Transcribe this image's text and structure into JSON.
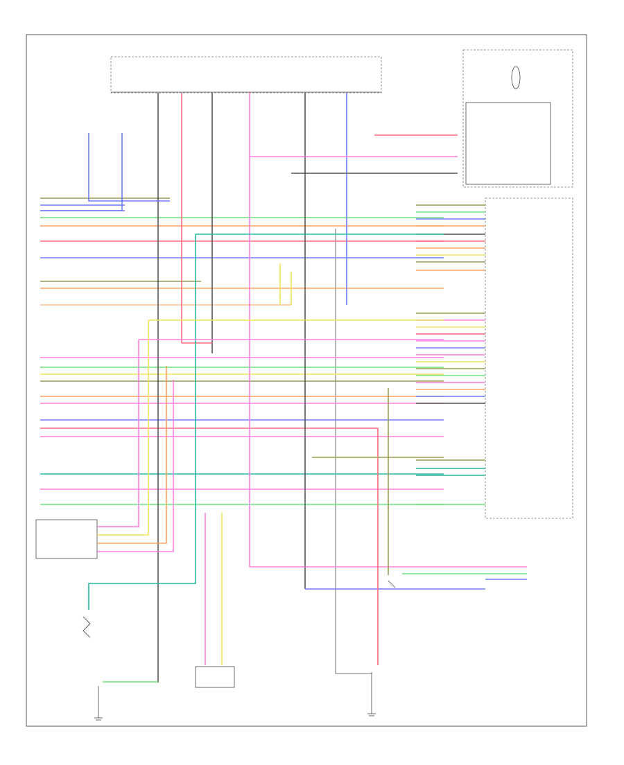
{
  "colors": {
    "blue": "#6b7cff",
    "red": "#ff6b7a",
    "pink": "#ff7fe0",
    "orange": "#ffa060",
    "yellow": "#f2e25a",
    "green": "#6fe07a",
    "teal": "#27b8a0",
    "olive": "#9a9a50",
    "grey": "#555555",
    "violet": "#b99cff",
    "peach": "#ffc08a"
  },
  "wires": {
    "left_horizontal": [
      {
        "color": "olive"
      },
      {
        "color": "blue"
      },
      {
        "color": "blue"
      },
      {
        "color": "green"
      },
      {
        "color": "orange"
      },
      {
        "color": "red"
      },
      {
        "color": "blue"
      },
      {
        "color": "olive"
      },
      {
        "color": "orange"
      },
      {
        "color": "peach"
      },
      {
        "color": "pink"
      },
      {
        "color": "green"
      },
      {
        "color": "yellow"
      },
      {
        "color": "olive"
      },
      {
        "color": "orange"
      },
      {
        "color": "pink"
      },
      {
        "color": "blue"
      },
      {
        "color": "red"
      },
      {
        "color": "pink"
      },
      {
        "color": "teal"
      },
      {
        "color": "pink"
      },
      {
        "color": "green"
      }
    ],
    "right_connector": [
      {
        "color": "olive"
      },
      {
        "color": "green"
      },
      {
        "color": "blue"
      },
      {
        "color": "orange"
      },
      {
        "color": "grey"
      },
      {
        "color": "red"
      },
      {
        "color": "orange"
      },
      {
        "color": "yellow"
      },
      {
        "color": "olive"
      },
      {
        "color": "orange"
      },
      {
        "color": "olive"
      },
      {
        "color": "pink"
      },
      {
        "color": "yellow"
      },
      {
        "color": "red"
      },
      {
        "color": "pink"
      },
      {
        "color": "blue"
      },
      {
        "color": "pink"
      },
      {
        "color": "yellow"
      },
      {
        "color": "olive"
      },
      {
        "color": "green"
      },
      {
        "color": "pink"
      },
      {
        "color": "orange"
      },
      {
        "color": "blue"
      },
      {
        "color": "grey"
      },
      {
        "color": "olive"
      },
      {
        "color": "teal"
      },
      {
        "color": "teal"
      },
      {
        "color": "green"
      }
    ],
    "top_drops": [
      {
        "color": "grey"
      },
      {
        "color": "red"
      },
      {
        "color": "grey"
      },
      {
        "color": "pink"
      },
      {
        "color": "grey"
      },
      {
        "color": "blue"
      }
    ]
  }
}
